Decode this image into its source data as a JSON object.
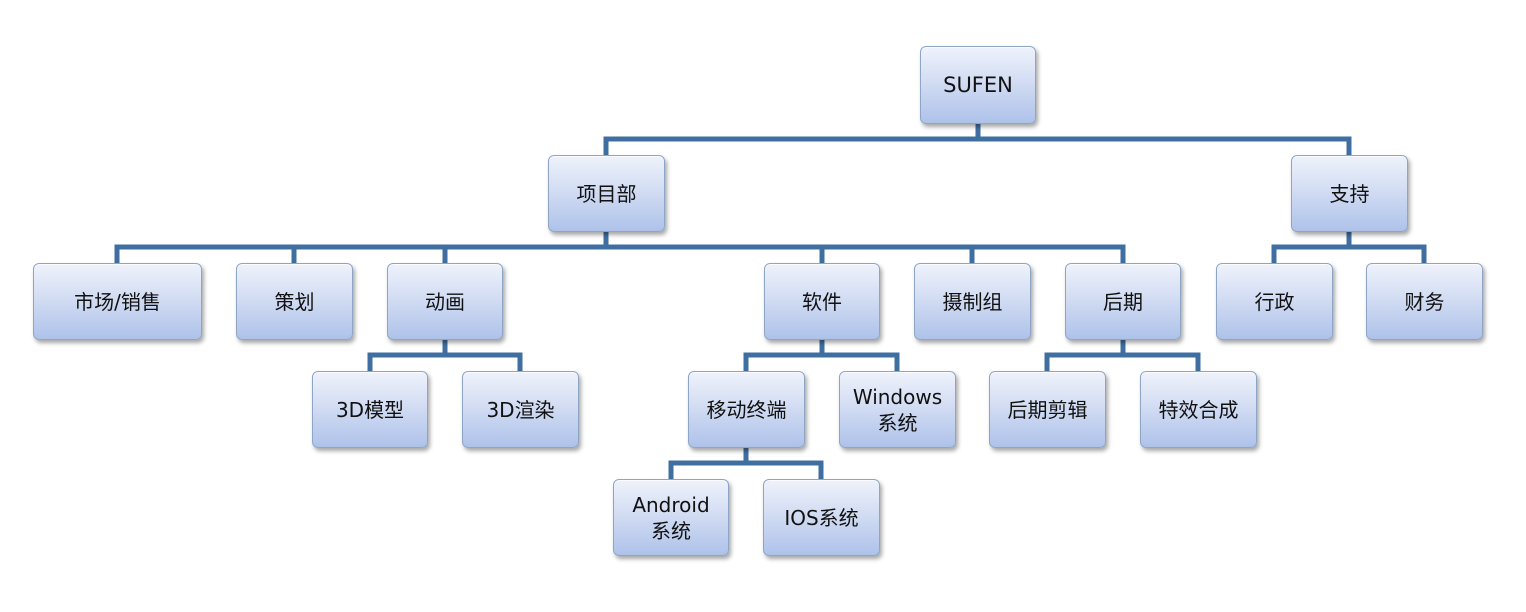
{
  "diagram": {
    "root": {
      "label": "SUFEN"
    },
    "level1": {
      "project": {
        "label": "项目部"
      },
      "support": {
        "label": "支持"
      }
    },
    "level2": {
      "marketing": {
        "label": "市场/销售"
      },
      "planning": {
        "label": "策划"
      },
      "animation": {
        "label": "动画"
      },
      "software": {
        "label": "软件"
      },
      "filming": {
        "label": "摄制组"
      },
      "post": {
        "label": "后期"
      },
      "admin": {
        "label": "行政"
      },
      "finance": {
        "label": "财务"
      }
    },
    "level3": {
      "model3d": {
        "label": "3D模型"
      },
      "render3d": {
        "label": "3D渲染"
      },
      "mobile": {
        "label": "移动终端"
      },
      "windows": {
        "label": "Windows\n系统"
      },
      "editing": {
        "label": "后期剪辑"
      },
      "vfx": {
        "label": "特效合成"
      }
    },
    "level4": {
      "android": {
        "label": "Android\n系统"
      },
      "ios": {
        "label": "IOS系统"
      }
    }
  }
}
